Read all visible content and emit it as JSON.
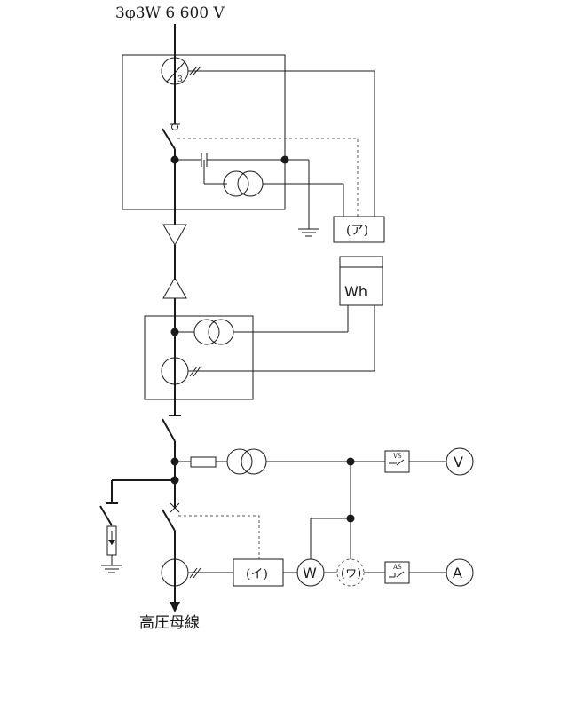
{
  "diagram": {
    "supply_label": "3φ3W 6 600 V",
    "busbar_label": "高圧母線",
    "meter_wh": "Wh",
    "relay_a": "(ア)",
    "relay_i": "(イ)",
    "relay_u": "(ウ)",
    "meter_w": "W",
    "meter_v": "V",
    "meter_a": "A",
    "switch_vs": "VS",
    "switch_as": "AS",
    "zct_mark": "3"
  }
}
